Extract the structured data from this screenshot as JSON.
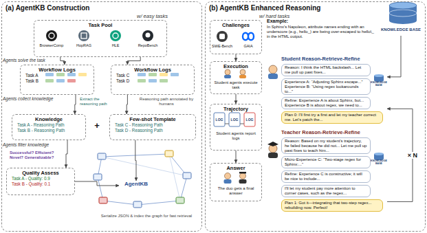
{
  "diagram": {
    "nodes": [
      {
        "text": [
          "(a) AgentKB Construction",
          "w/ easy tasks"
        ]
      },
      {
        "text": [
          "Task Pool"
        ],
        "in": 0
      },
      {
        "text": [
          "Workflow Logs",
          "Task A",
          "Task B"
        ],
        "in": 0
      },
      {
        "text": [
          "Workflow Logs",
          "Task C",
          "Task D"
        ],
        "in": 0
      },
      {
        "text": [
          "Knowledge",
          "Task A - Reasoning Path",
          "Task B - Reasoning Path"
        ],
        "in": 0
      },
      {
        "text": [
          "Few-shot Template",
          "Task C - Reasoning Path",
          "Task D - Reasoning Path"
        ],
        "in": 0
      },
      {
        "text": [
          "Quality Assess",
          "Task A - Quality: 0.9",
          "Task B - Quality: 0.1"
        ],
        "in": 0
      },
      {
        "text": [
          "AgentKB"
        ],
        "in": 0
      },
      {
        "text": [
          "(b) AgentKB Enhanced Reasoning",
          "w/ hard tasks"
        ]
      },
      {
        "text": [
          "KNOWLEDGE BASE"
        ]
      },
      {
        "text": [
          "Challenges"
        ],
        "in": 8
      },
      {
        "text": [
          "Execution",
          "Student agents execute task"
        ],
        "in": 8
      },
      {
        "text": [
          "Trajectory",
          "Student agents report logs"
        ],
        "in": 8
      },
      {
        "text": [
          "Answer",
          "The duo gets a final answer"
        ],
        "in": 8
      },
      {
        "text": [
          "Student Reason-Retrieve-Refine"
        ],
        "in": 8
      },
      {
        "text": [
          "Reason: I think the HTML backslash... Let me pull up past fixes..."
        ],
        "in": 14
      },
      {
        "text": [
          "Experience A: “Adjusting Sphinx escape...”",
          "Experience B: “Using regex lookarounds to...”"
        ],
        "in": 14
      },
      {
        "text": [
          "Refine: Experience A is about Sphinx, but... Experience B is about regex, we need to..."
        ],
        "in": 14
      },
      {
        "text": [
          "Plan 0: I'll first try a first and let my teacher correct me. Let's patch the..."
        ],
        "in": 14
      },
      {
        "text": [
          "Teacher Reason-Retrieve-Refine"
        ],
        "in": 8
      },
      {
        "text": [
          "Reason: Based on my student's trajectory, he failed because he did not... Let me pull up past fixes to teach him..."
        ],
        "in": 19
      },
      {
        "text": [
          "Micro-Experience C: “Two-stage regex for Sphinx:...”"
        ],
        "in": 19
      },
      {
        "text": [
          "Refine: Experience C is constructive; it will be nice to include..."
        ],
        "in": 19
      },
      {
        "text": [
          "I'll let my student pay more attention to corner cases, such as the regex..."
        ],
        "in": 19
      },
      {
        "text": [
          "Plan 1: Got it—integrating that two-step regex... rebuilding now. Perfect!"
        ],
        "in": 19
      }
    ],
    "edges": [
      {
        "from": 1,
        "to": 2,
        "arrow": "to"
      },
      {
        "from": 1,
        "to": 3,
        "arrow": "to"
      },
      {
        "from": 2,
        "to": 4,
        "arrow": "to"
      },
      {
        "from": 3,
        "to": 5,
        "arrow": "to"
      },
      {
        "from": 4,
        "to": 6,
        "arrow": "to"
      },
      {
        "from": 5,
        "to": 7,
        "arrow": "to"
      },
      {
        "from": 6,
        "to": 7,
        "arrow": "to"
      },
      {
        "from": 10,
        "to": 11,
        "arrow": "to"
      },
      {
        "from": 11,
        "to": 12,
        "arrow": "to"
      },
      {
        "from": 12,
        "to": 13,
        "arrow": "to"
      },
      {
        "from": 9,
        "to": 14,
        "arrow": "to"
      },
      {
        "from": 19,
        "to": 14,
        "label": "× N",
        "arrow": "to"
      }
    ],
    "labels": [
      "BrowserComp",
      "HopRAG",
      "HLE",
      "RepoBench",
      "Agents solve the task",
      "Agents collect knowledge",
      "Extract the reasoning path",
      "Reasoning path annotated by humans",
      "+",
      "Agents filter knowledge",
      "Successful? Efficient? Novel? Generalizable?",
      "Serialize JSON & index the graph for fast retrieval",
      "SWE-Bench",
      "GAIA",
      "Example:",
      "In Sphinx's Napoleon, attribute names ending with an underscore (e.g., hello_) are being over-escaped to hello\\_ in the HTML output.",
      "LOG",
      "LOG",
      "LOG",
      "KNOWLEDGE BASE",
      "KNOWLEDGE BASE"
    ]
  }
}
